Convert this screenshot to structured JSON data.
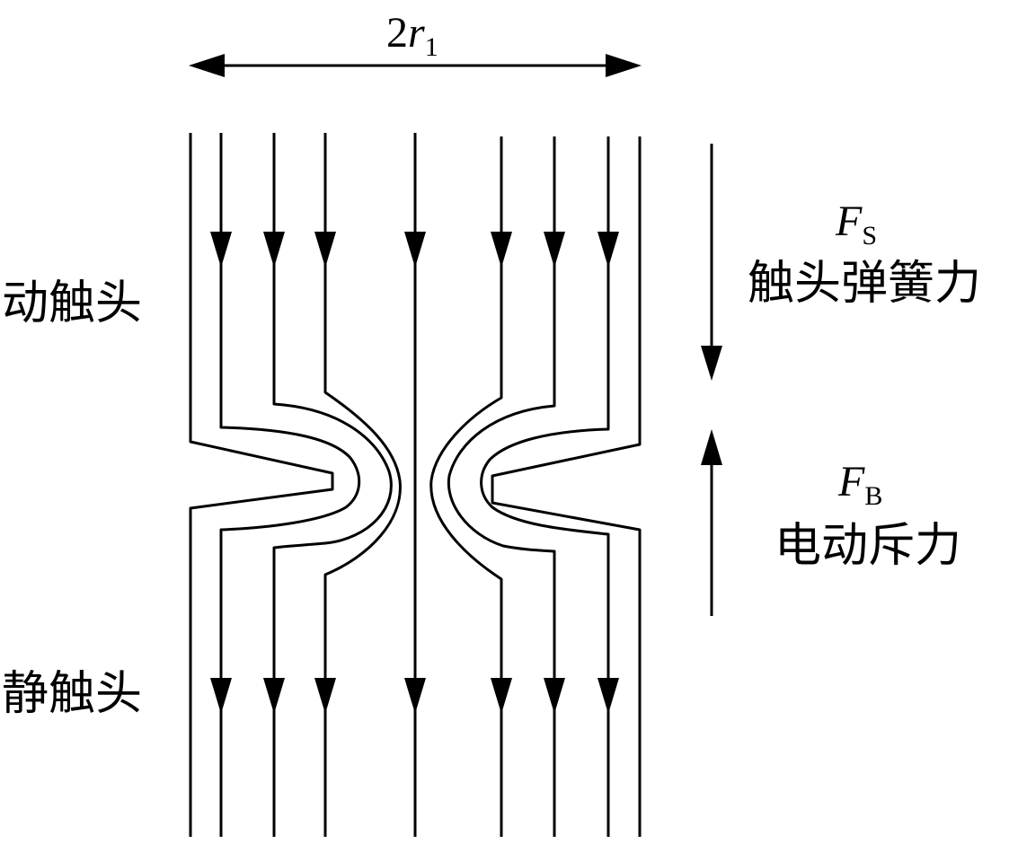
{
  "dimension": {
    "coef": "2",
    "var": "r",
    "sub": "1"
  },
  "labels": {
    "moving_contact": "动触头",
    "static_contact": "静触头"
  },
  "forces": {
    "spring": {
      "symbol": "F",
      "sub": "S",
      "name": "触头弹簧力"
    },
    "electrodynamic": {
      "symbol": "F",
      "sub": "B",
      "name": "电动斥力"
    }
  }
}
